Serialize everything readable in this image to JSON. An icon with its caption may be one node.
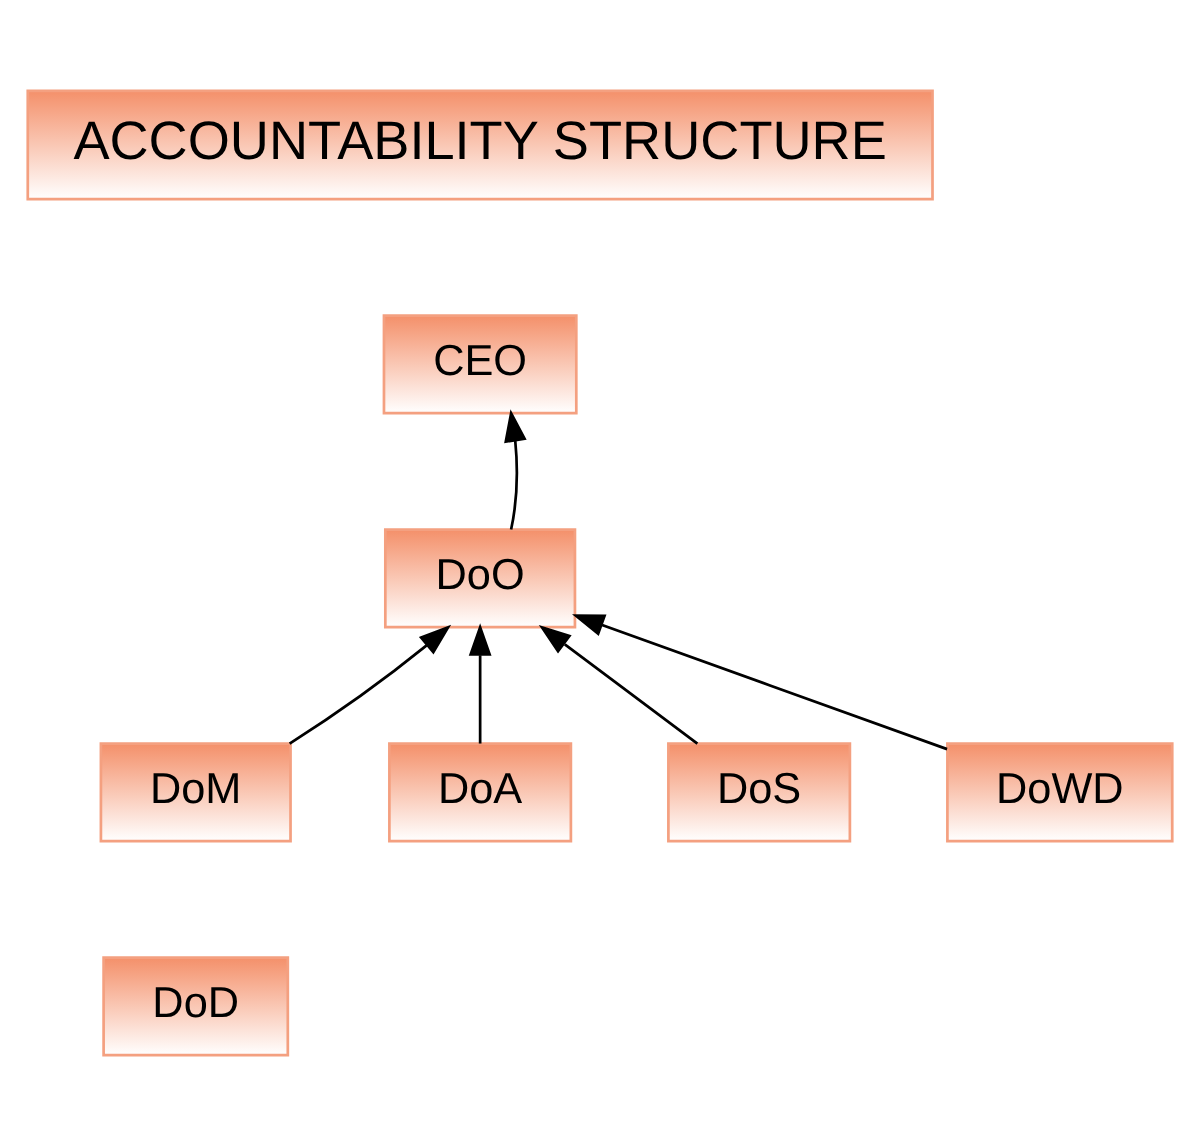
{
  "diagram": {
    "nodes": [
      {
        "text": [
          "ACCOUNTABILITY STRUCTURE"
        ]
      },
      {
        "text": [
          "CEO"
        ]
      },
      {
        "text": [
          "DoO"
        ]
      },
      {
        "text": [
          "DoM"
        ]
      },
      {
        "text": [
          "DoA"
        ]
      },
      {
        "text": [
          "DoS"
        ]
      },
      {
        "text": [
          "DoWD"
        ]
      },
      {
        "text": [
          "DoD"
        ]
      }
    ],
    "edges": [
      {
        "from": 2,
        "to": 1,
        "arrow": "to"
      },
      {
        "from": 3,
        "to": 2,
        "arrow": "to"
      },
      {
        "from": 4,
        "to": 2,
        "arrow": "to"
      },
      {
        "from": 5,
        "to": 2,
        "arrow": "to"
      },
      {
        "from": 6,
        "to": 2,
        "arrow": "to"
      }
    ]
  }
}
